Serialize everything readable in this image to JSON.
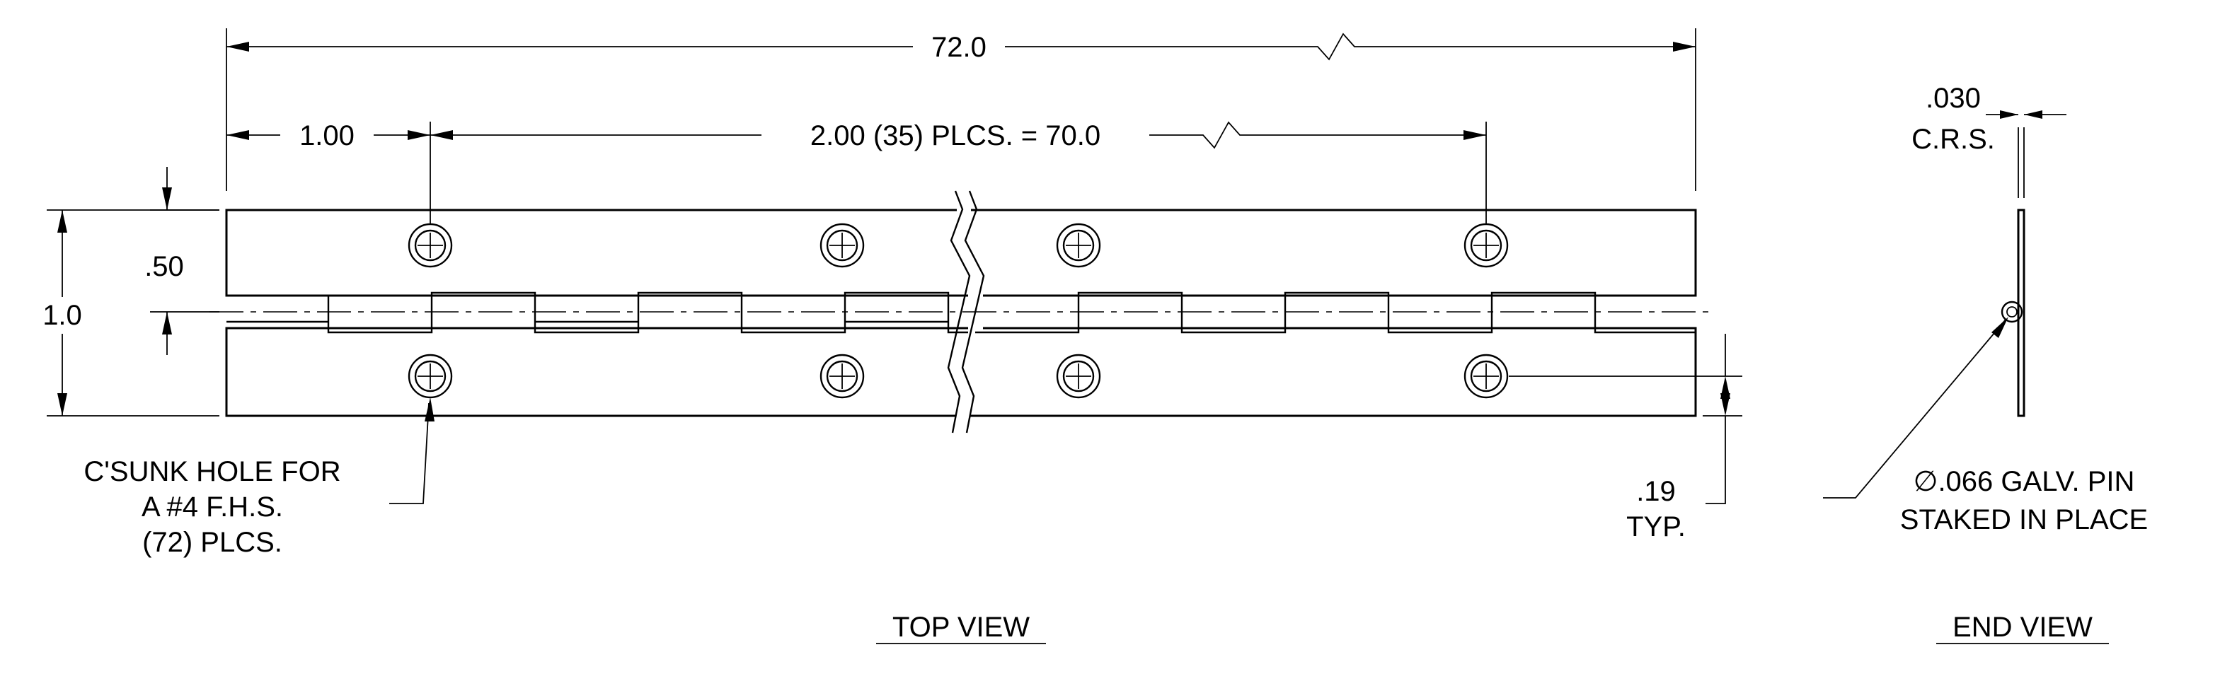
{
  "dimensions": {
    "overall_length": "72.0",
    "edge_to_first_hole": "1.00",
    "hole_spacing": "2.00 (35) PLCS. = 70.0",
    "center_height": ".50",
    "overall_width": "1.0",
    "hole_edge_offset_value": ".19",
    "hole_edge_offset_qualifier": "TYP.",
    "thickness_value": ".030",
    "thickness_qualifier": "C.R.S."
  },
  "notes": {
    "hole_note": [
      "C'SUNK HOLE FOR",
      "A #4 F.H.S.",
      "(72) PLCS."
    ],
    "pin_note": [
      "∅.066 GALV. PIN",
      "STAKED IN PLACE"
    ]
  },
  "views": {
    "top_view": "TOP VIEW",
    "end_view": "END VIEW"
  }
}
